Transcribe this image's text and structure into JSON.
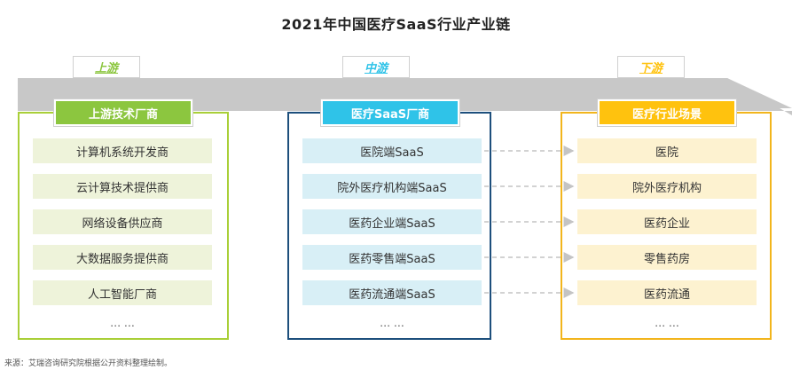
{
  "title": "2021年中国医疗SaaS行业产业链",
  "stages": [
    "上游",
    "中游",
    "下游"
  ],
  "columns": [
    {
      "header": "上游技术厂商",
      "items": [
        "计算机系统开发商",
        "云计算技术提供商",
        "网络设备供应商",
        "大数据服务提供商",
        "人工智能厂商"
      ],
      "ellipsis": "… …"
    },
    {
      "header": "医疗SaaS厂商",
      "items": [
        "医院端SaaS",
        "院外医疗机构端SaaS",
        "医药企业端SaaS",
        "医药零售端SaaS",
        "医药流通端SaaS"
      ],
      "ellipsis": "… …"
    },
    {
      "header": "医疗行业场景",
      "items": [
        "医院",
        "院外医疗机构",
        "医药企业",
        "零售药房",
        "医药流通"
      ],
      "ellipsis": "… …"
    }
  ],
  "colors": {
    "upstream_border": "#a9cf38",
    "upstream_header": "#8cc63f",
    "upstream_item": "#eef3da",
    "midstream_border": "#1d4f7c",
    "midstream_header": "#2fc3e8",
    "midstream_item": "#d8eff6",
    "downstream_border": "#f2b51c",
    "downstream_header": "#ffc20e",
    "downstream_item": "#fdf2d0",
    "band": "#c8c8c8"
  },
  "source": "来源：艾瑞咨询研究院根据公开资料整理绘制。"
}
